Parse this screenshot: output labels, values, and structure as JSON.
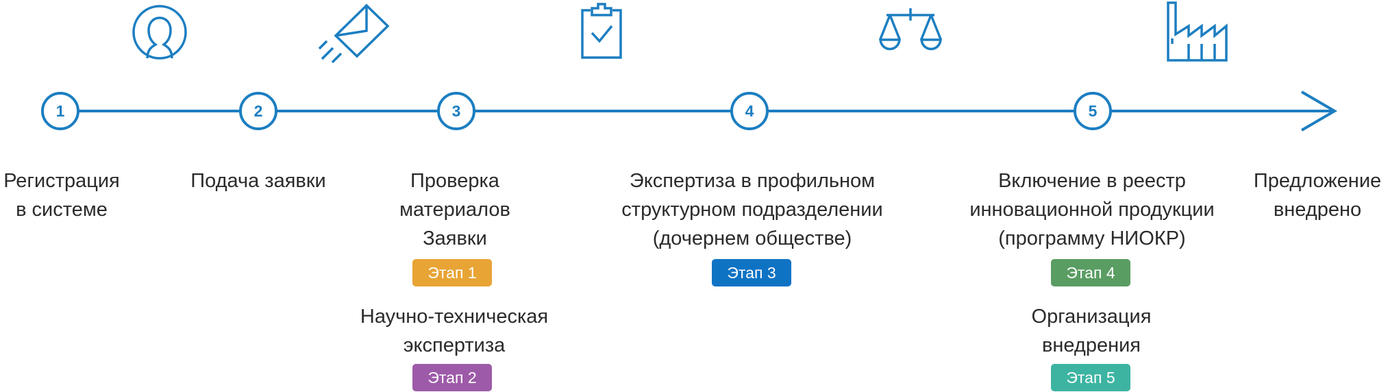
{
  "colors": {
    "line": "#1c7ec1",
    "text": "#2b2b2b",
    "stage1": "#e8a435",
    "stage2": "#9d5aa8",
    "stage3": "#0f73c4",
    "stage4": "#5a9d63",
    "stage5": "#3db4a2"
  },
  "steps": [
    {
      "number": "1",
      "icon": "user-icon"
    },
    {
      "number": "2",
      "icon": "envelope-icon"
    },
    {
      "number": "3",
      "icon": "clipboard-check-icon"
    },
    {
      "number": "4",
      "icon": "scales-icon"
    },
    {
      "number": "5",
      "icon": "factory-icon"
    }
  ],
  "labels": {
    "registration": [
      "Регистрация",
      "в системе"
    ],
    "submission": [
      "Подача заявки"
    ],
    "check": [
      "Проверка",
      "материалов",
      "Заявки"
    ],
    "sci_tech": [
      "Научно-техническая",
      "экспертиза"
    ],
    "expertise": [
      "Экспертиза в профильном",
      "структурном подразделении",
      "(дочернем обществе)"
    ],
    "registry": [
      "Включение в реестр",
      "инновационной продукции",
      "(программу НИОКР)"
    ],
    "organization": [
      "Организация",
      "внедрения"
    ],
    "final": [
      "Предложение",
      "внедрено"
    ]
  },
  "badges": {
    "stage1": "Этап 1",
    "stage2": "Этап 2",
    "stage3": "Этап 3",
    "stage4": "Этап 4",
    "stage5": "Этап 5"
  }
}
